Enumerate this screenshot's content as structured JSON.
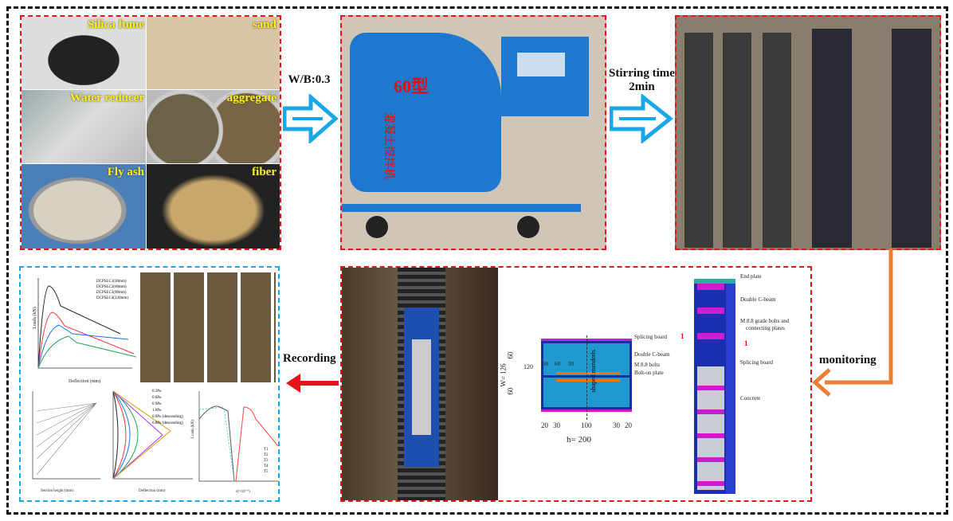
{
  "materials": {
    "silica_fume": "Silica fume",
    "sand": "sand",
    "water_reducer": "Water reducer",
    "aggregate": "aggregate",
    "fly_ash": "Fly ash",
    "fiber": "fiber"
  },
  "arrows": {
    "wb": "W/B:0.3",
    "stirring_1": "Stirring time",
    "stirring_2": "2min",
    "monitoring": "monitoring",
    "recording": "Recording"
  },
  "mixer": {
    "model": "60型",
    "name": "混凝土搅拌机"
  },
  "section": {
    "splicing_board": "Splicing board",
    "double_c_beam": "Double C-beam",
    "m88_bolts": "M 8.8 bolts",
    "bolt_on_plate": "Bolt-on plate",
    "shaped": "shaped mandrels",
    "w": "W= 126",
    "h": "h= 200",
    "d60a": "60",
    "d60b": "60",
    "d120": "120",
    "d90": "90",
    "d60c": "60",
    "d30c": "30",
    "d20a": "20",
    "d30a": "30",
    "d100": "100",
    "d30b": "30",
    "d20b": "20",
    "mark": "1"
  },
  "column": {
    "end_plate": "End plate",
    "double_c_beam": "Double C-beam",
    "bolts_1": "M 8.8 grade bolts and",
    "bolts_2": "connecting plates",
    "splicing_board": "Splicing board",
    "concrete": "Concrete",
    "mark": "1"
  },
  "results": {
    "chart1": {
      "xlabel": "Deflection (mm)",
      "ylabel": "Loads (kN)",
      "legend": [
        "DCPSLC1(30mm)",
        "DCPSLC2(60mm)",
        "DCPSLC3(90mm)",
        "DCPSLC4(120mm)"
      ],
      "colors": [
        "#222222",
        "#ff3030",
        "#1a6cff",
        "#1aaa5a"
      ]
    },
    "chart2": {
      "xlabel": "Section height (mm)"
    },
    "chart3": {
      "xlabel": "Deflection (mm)",
      "legend": [
        "0.3Pu",
        "0.6Pu",
        "0.9Pu",
        "1.0Pu",
        "0.9Pu (descending)",
        "0.8Pu (descending)"
      ]
    },
    "chart4": {
      "xlabel": "ε(×10⁻⁶)",
      "ylabel": "Loads (kN)",
      "legend": [
        "T1",
        "T2",
        "T3",
        "T4",
        "T5"
      ]
    }
  }
}
